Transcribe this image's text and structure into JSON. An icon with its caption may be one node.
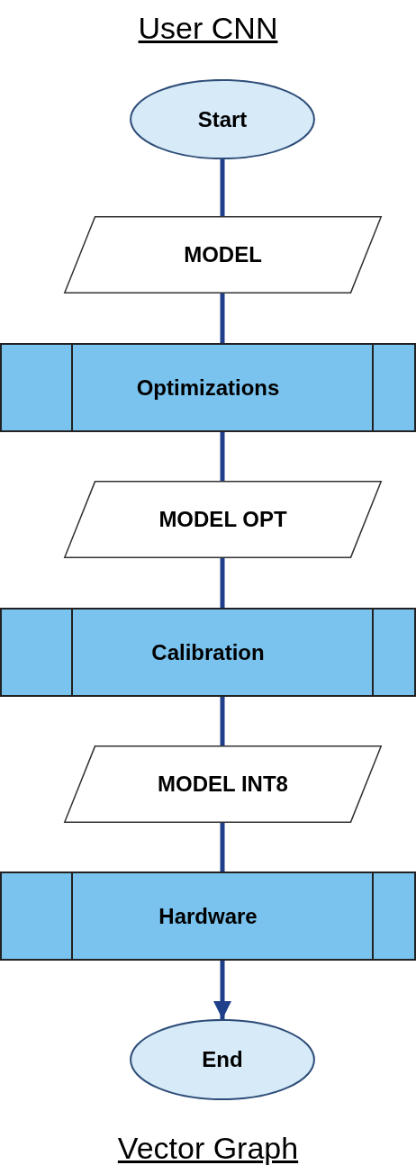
{
  "diagram": {
    "title": "User CNN",
    "caption": "Vector Graph",
    "nodes": [
      {
        "text": [
          "Start"
        ]
      },
      {
        "text": [
          "MODEL"
        ]
      },
      {
        "text": [
          "Optimizations"
        ]
      },
      {
        "text": [
          "MODEL OPT"
        ]
      },
      {
        "text": [
          "Calibration"
        ]
      },
      {
        "text": [
          "MODEL INT8"
        ]
      },
      {
        "text": [
          "Hardware"
        ]
      },
      {
        "text": [
          "End"
        ]
      }
    ],
    "edges": [
      {
        "from": 0,
        "to": 1,
        "arrow": "none"
      },
      {
        "from": 1,
        "to": 2,
        "arrow": "none"
      },
      {
        "from": 2,
        "to": 3,
        "arrow": "none"
      },
      {
        "from": 3,
        "to": 4,
        "arrow": "none"
      },
      {
        "from": 4,
        "to": 5,
        "arrow": "none"
      },
      {
        "from": 5,
        "to": 6,
        "arrow": "none"
      },
      {
        "from": 6,
        "to": 7,
        "arrow": "to"
      }
    ]
  }
}
